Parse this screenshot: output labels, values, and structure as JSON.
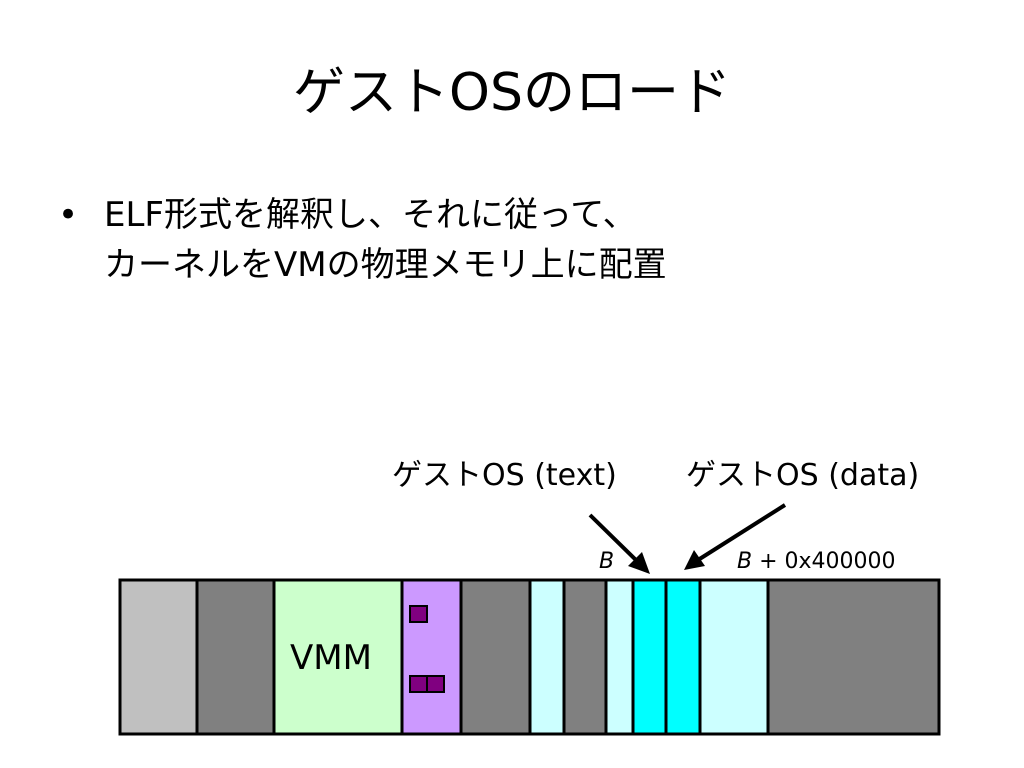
{
  "title": "ゲストOSのロード",
  "bullets": [
    {
      "marker": "•",
      "lines": [
        "ELF形式を解釈し、それに従って、",
        "カーネルをVMの物理メモリ上に配置"
      ]
    }
  ],
  "diagram": {
    "labels": {
      "text_segment": "ゲストOS (text)",
      "data_segment": "ゲストOS (data)",
      "vmm": "VMM"
    },
    "addresses": {
      "base": "B",
      "offset_base": "B",
      "offset": "+ 0x400000"
    },
    "colors": {
      "light_gray": "#c0c0c0",
      "gray": "#808080",
      "vmm_green": "#ccffcc",
      "purple": "#cc99ff",
      "dark_purple": "#800080",
      "pale_cyan": "#ccffff",
      "cyan": "#00ffff"
    }
  }
}
